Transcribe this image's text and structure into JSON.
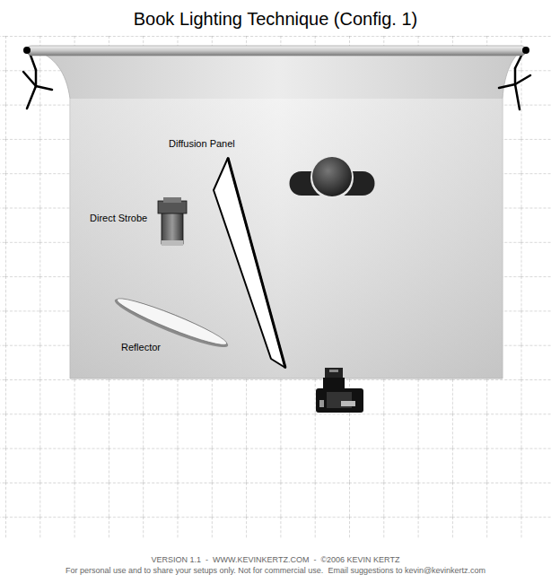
{
  "diagram": {
    "title": "Book Lighting Technique (Config. 1)",
    "caption": "VERSION 1.1  -  WWW.KEVINKERTZ.COM  -  ©2006 KEVIN KERTZ",
    "labels": [
      "Diffusion Panel",
      "Direct Strobe",
      "Reflector",
      "For personal use and to share your setups only. Not for commercial use.  Email suggestions to kevin@kevinkertz.com"
    ]
  }
}
